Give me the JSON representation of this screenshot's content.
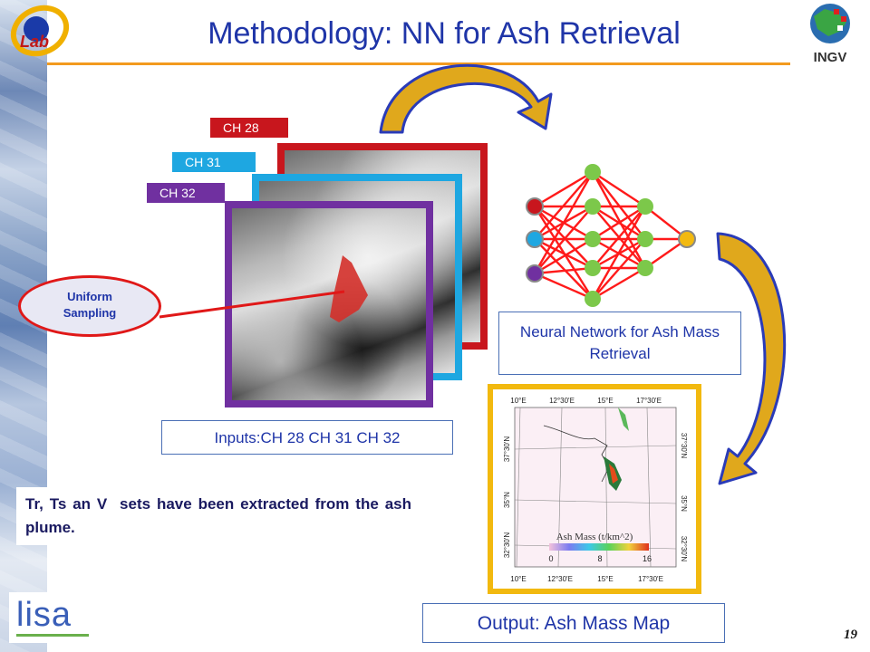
{
  "header": {
    "title": "Methodology: NN for Ash Retrieval",
    "logo_left_text": "Lab",
    "logo_right_text": "INGV"
  },
  "channels": [
    {
      "label": "CH 28",
      "color": "#c8161d"
    },
    {
      "label": "CH 31",
      "color": "#1ea7e1"
    },
    {
      "label": "CH 32",
      "color": "#7030a0"
    }
  ],
  "sampling_label": "Uniform Sampling",
  "inputs_caption": "Inputs:CH 28 CH 31 CH 32",
  "nn_caption": "Neural Network for Ash Mass Retrieval",
  "output_caption": "Output: Ash Mass Map",
  "note_text": "Tr, Ts an V  sets have been extracted from the ash plume.",
  "map": {
    "top_ticks": [
      "10°E",
      "12°30'E",
      "15°E",
      "17°30'E"
    ],
    "bottom_ticks": [
      "10°E",
      "12°30'E",
      "15°E",
      "17°30'E"
    ],
    "left_ticks": [
      "37°30'N",
      "35°N",
      "32°30'N"
    ],
    "right_ticks": [
      "37°30'N",
      "35°N",
      "32°30'N"
    ],
    "colorbar_title": "Ash Mass (t/km^2)",
    "colorbar_ticks": [
      "0",
      "8",
      "16"
    ]
  },
  "footer": {
    "logo_text": "lisa",
    "page_number": "19"
  },
  "colors": {
    "title_blue": "#1f35a8",
    "rule_orange": "#f39a1e",
    "arrow_gold": "#e0a81c",
    "arrow_outline": "#2a3bb8",
    "nn_red": "#ff1a1a",
    "nn_green": "#7cc84a",
    "map_frame": "#f2b90f"
  }
}
